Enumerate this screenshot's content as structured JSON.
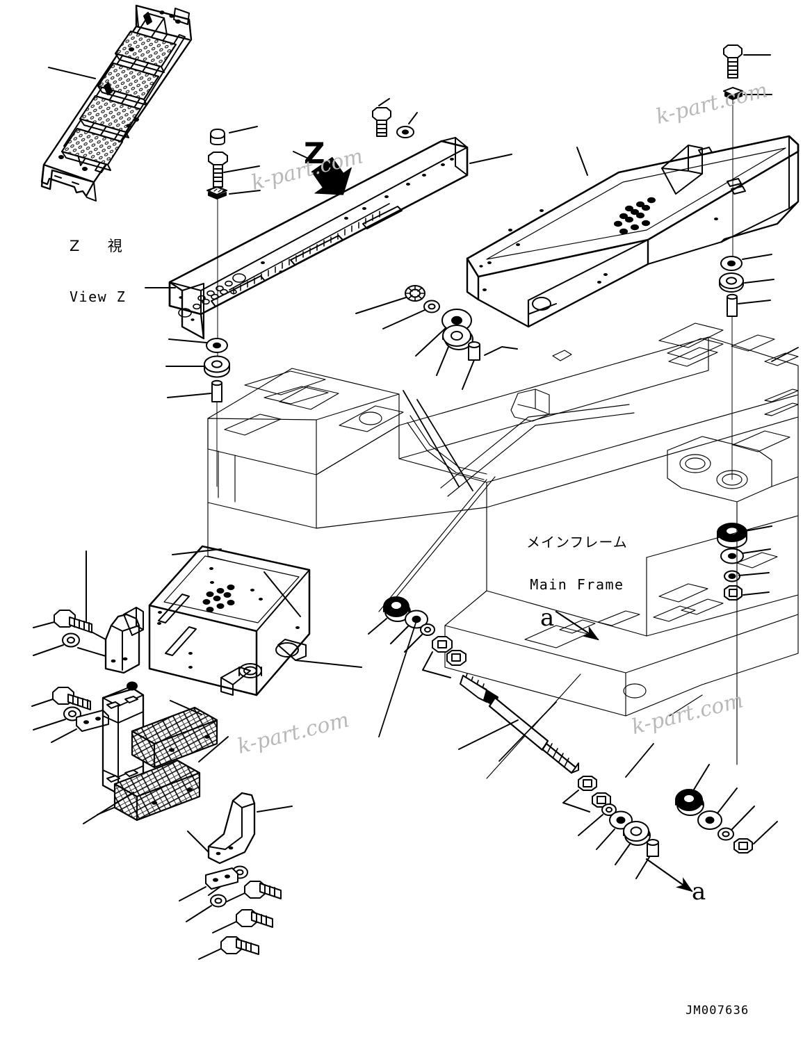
{
  "sheet": {
    "drawing_number": "JM007636",
    "background": "#ffffff",
    "line_color": "#000000",
    "watermark_color": "#b9b9b9"
  },
  "watermarks": [
    {
      "text": "k-part.com"
    },
    {
      "text": "k-part.com"
    },
    {
      "text": "k-part.com"
    },
    {
      "text": "k-part.com"
    }
  ],
  "labels": {
    "view_z": {
      "jp": "Z  視",
      "en": "View Z"
    },
    "main_frame": {
      "jp": "メインフレーム",
      "en": "Main Frame"
    },
    "view_z_arrow_letter": "Z",
    "section_a_top": "a",
    "section_a_bottom": "a"
  },
  "diagram": {
    "type": "exploded-parts-drawing",
    "title_block": "JM007636",
    "detail_views": [
      {
        "name": "view-z",
        "label_jp": "Z  視",
        "label_en": "View Z",
        "content": "ladder-stairway-assembly-4-steps"
      }
    ],
    "section_marks": [
      {
        "letter": "a",
        "position": "upper-right-of-main-frame"
      },
      {
        "letter": "a",
        "position": "lower-right"
      }
    ],
    "assemblies": [
      {
        "name": "ladder-stairway-detail",
        "steps": 4,
        "tread": "perforated-grating"
      },
      {
        "name": "catwalk-stair-stringer",
        "location": "upper-left-main"
      },
      {
        "name": "cover-panel-right",
        "bolt_dots": 12
      },
      {
        "name": "cover-panel-lower-left",
        "bolt_dots": 9
      },
      {
        "name": "main-frame",
        "style": "phantom-outline"
      },
      {
        "name": "tie-rod-damper",
        "ends": 2
      },
      {
        "name": "step-bracket-left",
        "count": 2
      },
      {
        "name": "step-grating",
        "count": 2
      },
      {
        "name": "side-mount-plate",
        "count": 1
      }
    ],
    "fastener_groups": [
      {
        "name": "upper-left-stack",
        "parts": [
          "cap",
          "bolt",
          "lock-washer"
        ]
      },
      {
        "name": "upper-mid-stack",
        "parts": [
          "bolt",
          "washer"
        ]
      },
      {
        "name": "right-vertical-axis-top",
        "parts": [
          "bolt",
          "lock-washer"
        ]
      },
      {
        "name": "right-vertical-axis-mid",
        "parts": [
          "washer",
          "grommet",
          "spacer"
        ]
      },
      {
        "name": "right-vertical-axis-bottom",
        "parts": [
          "grommet",
          "washer",
          "lock-washer",
          "nut"
        ]
      },
      {
        "name": "left-vertical-axis",
        "parts": [
          "washer",
          "grommet",
          "spacer"
        ]
      },
      {
        "name": "center-diagonal-row",
        "parts": [
          "nut",
          "lock-washer",
          "washer",
          "grommet",
          "spacer"
        ]
      },
      {
        "name": "tie-rod-upper-end",
        "parts": [
          "grommet",
          "washer",
          "lock-washer",
          "nut",
          "nut"
        ]
      },
      {
        "name": "tie-rod-lower-end",
        "parts": [
          "nut",
          "nut",
          "lock-washer",
          "washer",
          "grommet",
          "spacer"
        ]
      },
      {
        "name": "lower-right-group",
        "parts": [
          "grommet",
          "washer",
          "lock-washer",
          "nut"
        ]
      },
      {
        "name": "lower-left-bolts",
        "parts": [
          "bolt",
          "lock-washer",
          "bolt",
          "lock-washer"
        ]
      },
      {
        "name": "lower-left-bracket-fasteners",
        "parts": [
          "bolt",
          "lock-washer",
          "plate",
          "nut"
        ]
      },
      {
        "name": "bottom-bolts",
        "parts": [
          "bolt",
          "bolt"
        ]
      }
    ]
  }
}
